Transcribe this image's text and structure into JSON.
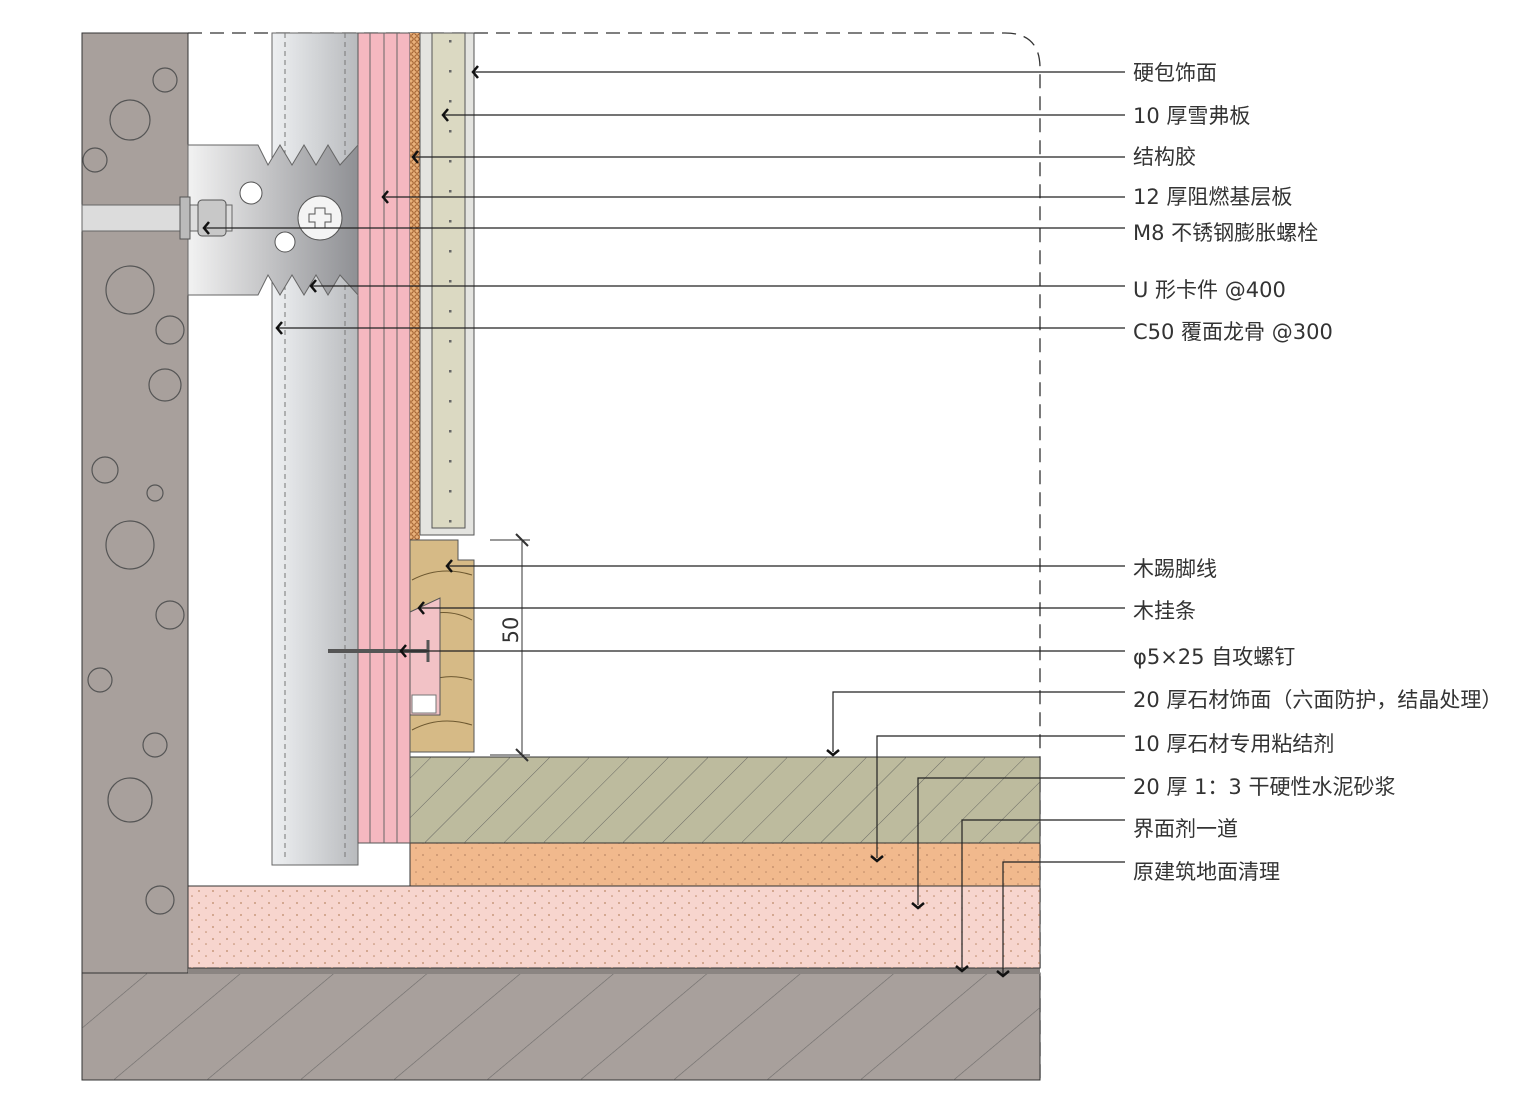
{
  "labels": [
    "硬包饰面",
    "10 厚雪弗板",
    "结构胶",
    "12 厚阻燃基层板",
    "M8 不锈钢膨胀螺栓",
    "U 形卡件 @400",
    "C50 覆面龙骨 @300",
    "木踢脚线",
    "木挂条",
    "φ5×25 自攻螺钉",
    "20 厚石材饰面（六面防护，结晶处理）",
    "10 厚石材专用粘结剂",
    "20 厚 1：3 干硬性水泥砂浆",
    "界面剂一道",
    "原建筑地面清理"
  ],
  "dimension": {
    "value": "50"
  },
  "colors": {
    "concrete": "#a8a09c",
    "board": "#f5b8c0",
    "panel": "#dbd9c2",
    "wood": "#d6ba86",
    "stone": "#bdbb9e",
    "mortar": "#f1b98d",
    "slab": "#f7d5ce"
  }
}
